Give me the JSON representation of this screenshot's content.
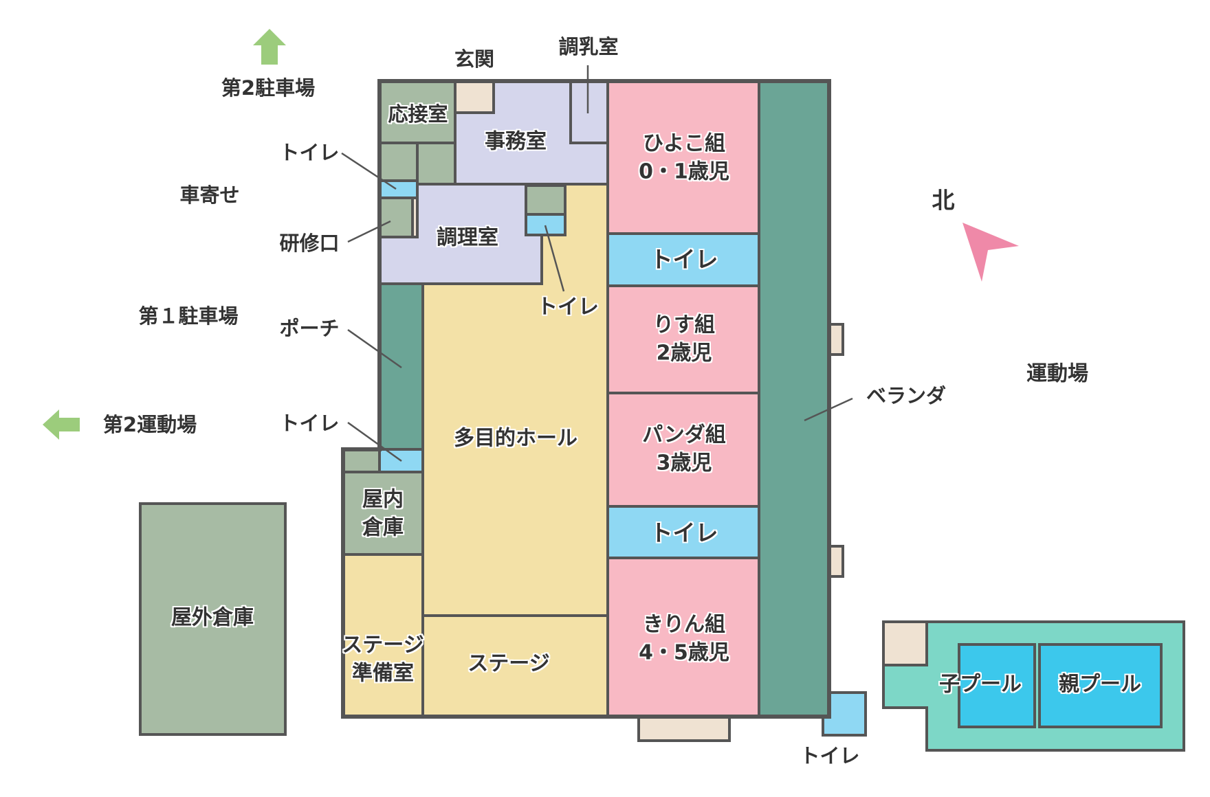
{
  "colors": {
    "wall": "#555555",
    "room_green": "#a7bba4",
    "office_lavender": "#d5d6ec",
    "hall_yellow": "#f3e1a7",
    "classroom_pink": "#f8b9c4",
    "toilet_blue": "#8fd8f3",
    "veranda_green": "#6ba596",
    "entrance_beige": "#efe2d2",
    "pool_deck": "#7dd7c7",
    "pool_water": "#3cc8ec",
    "arrow_green": "#9ccc7c",
    "north_pink": "#ef89a8"
  },
  "icons": {
    "parking_arrow": "up-arrow-icon",
    "ground_arrow": "left-arrow-icon",
    "north": "north-arrow-icon"
  },
  "labels": {
    "reception_room": "応接室",
    "entrance": "玄関",
    "nursing_room": "調乳室",
    "office": "事務室",
    "kitchen": "調理室",
    "training_entrance": "研修口",
    "toilet_kitchen": "トイレ",
    "toilet_front": "トイレ",
    "porch": "ポーチ",
    "toilet_porch": "トイレ",
    "indoor_storage": [
      "屋内",
      "倉庫"
    ],
    "multipurpose_hall": "多目的ホール",
    "stage": "ステージ",
    "stage_prep": [
      "ステージ",
      "準備室"
    ],
    "hiyoko_class": [
      "ひよこ組",
      "0・1歳児"
    ],
    "toilet_1": "トイレ",
    "risu_class": [
      "りす組",
      "2歳児"
    ],
    "panda_class": [
      "パンダ組",
      "3歳児"
    ],
    "toilet_2": "トイレ",
    "kirin_class": [
      "きりん組",
      "4・5歳児"
    ],
    "veranda": "ベランダ",
    "toilet_outside": "トイレ",
    "outdoor_storage": "屋外倉庫",
    "kids_pool": "子プール",
    "parent_pool": "親プール",
    "playground": "運動場",
    "parking_2": "第2駐車場",
    "parking_1": "第１駐車場",
    "car_approach": "車寄せ",
    "playground_2": "第2運動場",
    "north": "北"
  }
}
